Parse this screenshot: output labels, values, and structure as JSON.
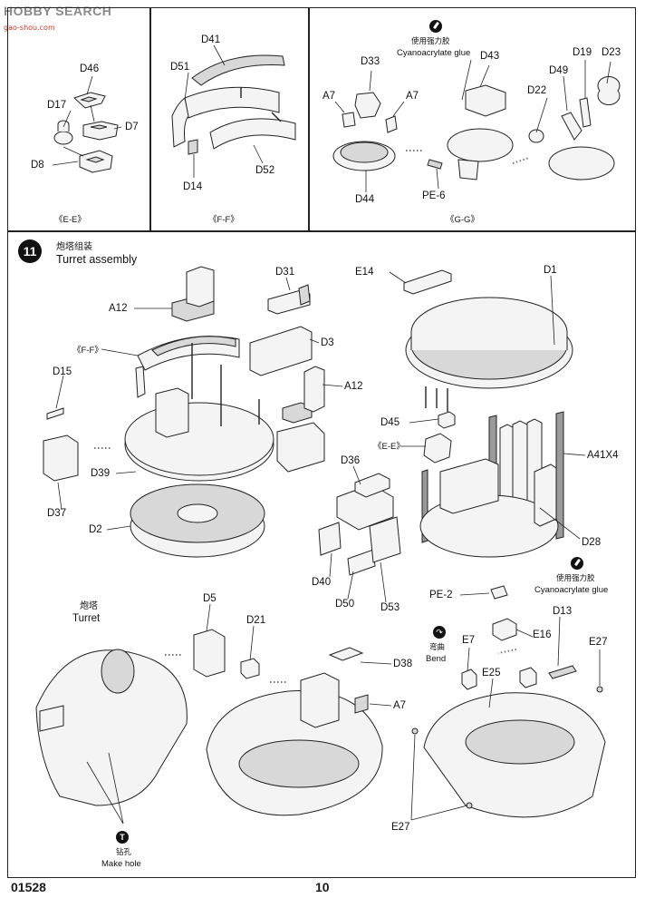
{
  "watermark": {
    "brand": "HOBBY SEARCH",
    "url": "gao-shou.com"
  },
  "panels": {
    "ee": {
      "caption": "《E-E》",
      "parts": [
        "D46",
        "D17",
        "D7",
        "D8"
      ]
    },
    "ff": {
      "caption": "《F-F》",
      "parts": [
        "D41",
        "D51",
        "D14",
        "D52"
      ]
    },
    "gg": {
      "caption": "《G-G》",
      "glue_cn": "使用强力胶",
      "glue_en": "Cyanoacrylate glue",
      "parts": [
        "D33",
        "A7",
        "A7",
        "D44",
        "PE-6",
        "D43",
        "D49",
        "D19",
        "D23",
        "D22"
      ]
    }
  },
  "step": {
    "number": "11",
    "title_cn": "炮塔组装",
    "title_en": "Turret assembly",
    "left_parts": [
      "A12",
      "D31",
      "D3",
      "A12",
      "D15",
      "D39",
      "D37",
      "D2"
    ],
    "ff_ref": "《F-F》",
    "right_parts": [
      "E14",
      "D1",
      "D45",
      "A41X4",
      "D36",
      "D40",
      "D50",
      "D53",
      "D28"
    ],
    "ee_ref": "《E-E》",
    "glue_cn": "使用强力胶",
    "glue_en": "Cyanoacrylate glue",
    "bottom": {
      "turret_cn": "炮塔",
      "turret_en": "Turret",
      "hole_cn": "钻孔",
      "hole_en": "Make hole",
      "bend_cn": "弯曲",
      "bend_en": "Bend",
      "parts": [
        "D5",
        "D21",
        "D38",
        "A7",
        "PE-2",
        "E16",
        "D13",
        "E7",
        "E25",
        "E27",
        "E27"
      ]
    }
  },
  "footer": {
    "kit_number": "01528",
    "page_number": "10"
  }
}
